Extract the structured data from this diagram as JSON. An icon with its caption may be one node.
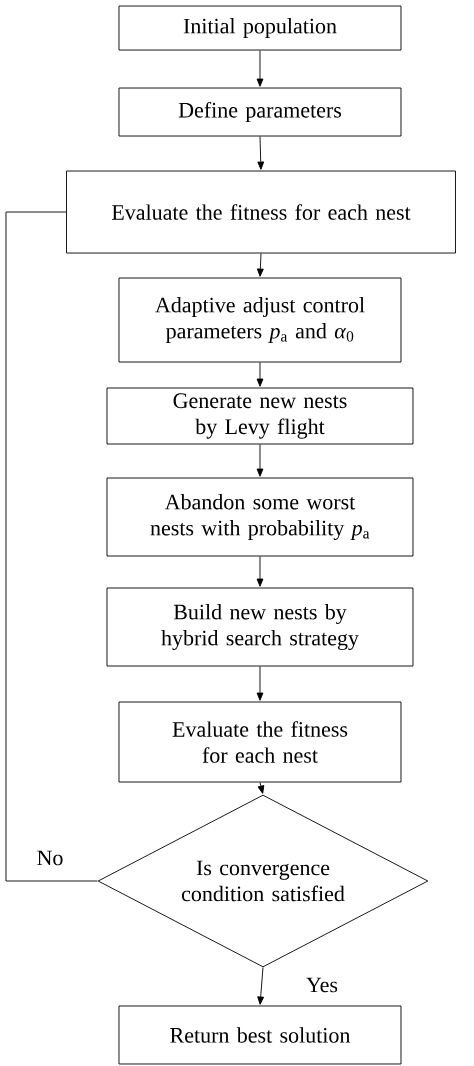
{
  "diagram": {
    "nodes": [
      {
        "text": [
          "Initial population"
        ]
      },
      {
        "text": [
          "Define parameters"
        ]
      },
      {
        "text": [
          "Evaluate the fitness for each nest"
        ]
      },
      {
        "text": [
          "Adaptive adjust control parameters *p*$_{a}$ and *α*$_{0}$"
        ]
      },
      {
        "text": [
          "Generate new nests by Levy flight"
        ]
      },
      {
        "text": [
          "Abandon some worst nests with probability *p*$_{a}$"
        ]
      },
      {
        "text": [
          "Build new nests by hybrid search strategy"
        ]
      },
      {
        "text": [
          "Evaluate the fitness for each nest"
        ]
      },
      {
        "text": [
          "Is convergence condition satisfied"
        ]
      },
      {
        "text": [
          "Return best solution"
        ]
      }
    ],
    "edges": [
      {
        "from": 0,
        "to": 1,
        "arrow": "to"
      },
      {
        "from": 1,
        "to": 2,
        "arrow": "to"
      },
      {
        "from": 2,
        "to": 3,
        "arrow": "to"
      },
      {
        "from": 3,
        "to": 4,
        "arrow": "to"
      },
      {
        "from": 4,
        "to": 5,
        "arrow": "to"
      },
      {
        "from": 5,
        "to": 6,
        "arrow": "to"
      },
      {
        "from": 6,
        "to": 7,
        "arrow": "to"
      },
      {
        "from": 7,
        "to": 8,
        "arrow": "to"
      },
      {
        "from": 8,
        "to": 9,
        "arrow": "to",
        "label": "Yes"
      },
      {
        "from": 8,
        "to": 2,
        "arrow": "none",
        "label": "No"
      }
    ]
  }
}
